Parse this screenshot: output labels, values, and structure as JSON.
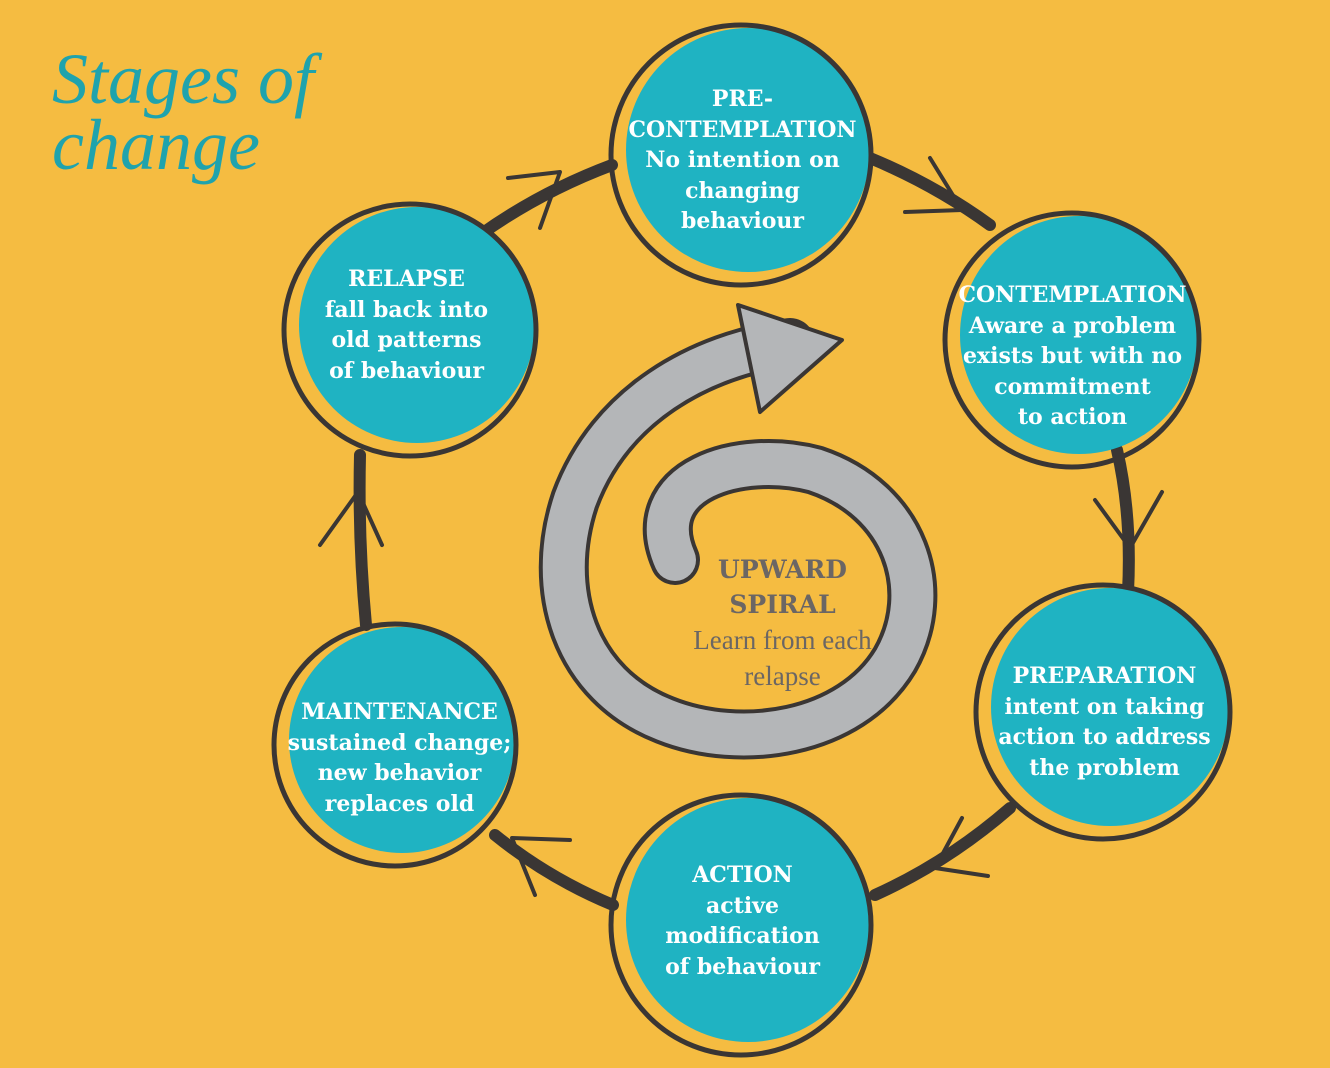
{
  "title": [
    "Stages of",
    "change"
  ],
  "stages": [
    {
      "id": "precontemplation",
      "lines": [
        "PRE-",
        "CONTEMPLATION",
        "No intention on",
        "changing",
        "behaviour"
      ]
    },
    {
      "id": "contemplation",
      "lines": [
        "CONTEMPLATION",
        "Aware a problem",
        "exists but with no",
        "commitment",
        "to action"
      ]
    },
    {
      "id": "preparation",
      "lines": [
        "PREPARATION",
        "intent on taking",
        "action to address",
        "the problem"
      ]
    },
    {
      "id": "action",
      "lines": [
        "ACTION",
        "active",
        "modification",
        "of behaviour"
      ]
    },
    {
      "id": "maintenance",
      "lines": [
        "MAINTENANCE",
        "sustained change;",
        "new behavior",
        "replaces old"
      ]
    },
    {
      "id": "relapse",
      "lines": [
        "RELAPSE",
        "fall back into",
        "old patterns",
        "of behaviour"
      ]
    }
  ],
  "center": {
    "heading": [
      "UPWARD",
      "SPIRAL"
    ],
    "caption": [
      "Learn from each",
      "relapse"
    ]
  },
  "colors": {
    "background": "#f5bc41",
    "circle_fill": "#1fb3c2",
    "outline": "#3a3634",
    "title": "#1fa3ad",
    "spiral": "#b4b6b8",
    "center_text": "#6b6664"
  }
}
